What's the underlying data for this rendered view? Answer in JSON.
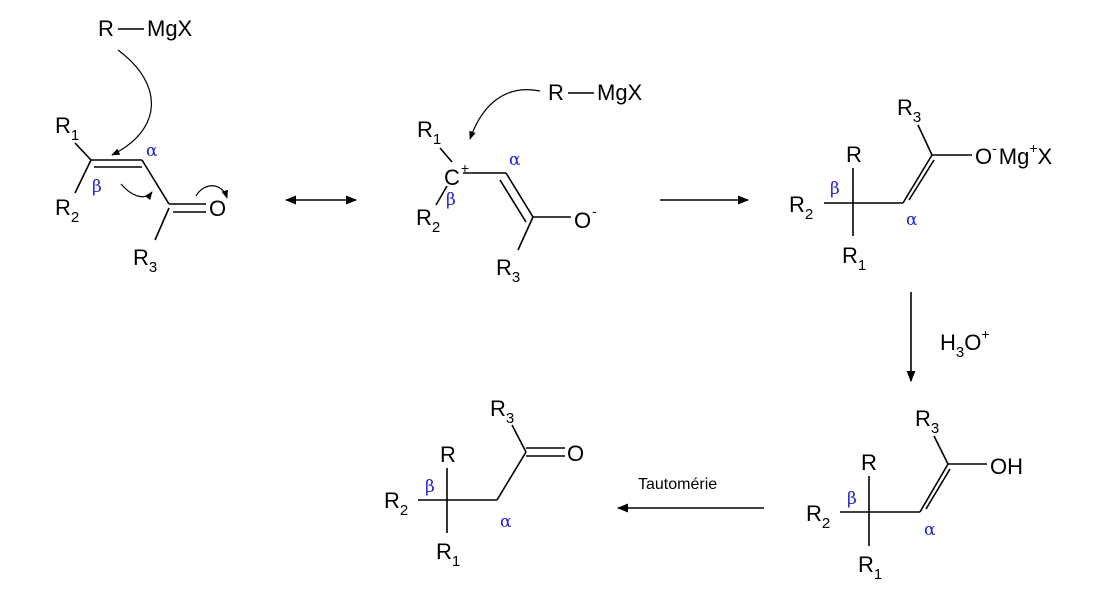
{
  "labels": {
    "reagent": "R",
    "mgx": "MgX",
    "mg": "Mg",
    "x": "X",
    "r": "R",
    "r_sub1": "1",
    "r_sub2": "2",
    "r_sub3": "3",
    "o": "O",
    "c": "C",
    "oh": "OH",
    "h": "H",
    "plus": "+",
    "minus": "-",
    "alpha": "α",
    "beta": "β",
    "h3o_sub": "3",
    "tautomerie": "Tautomérie"
  },
  "colors": {
    "ink": "#000000",
    "greek": "#1f1fd2",
    "background": "#ffffff"
  }
}
